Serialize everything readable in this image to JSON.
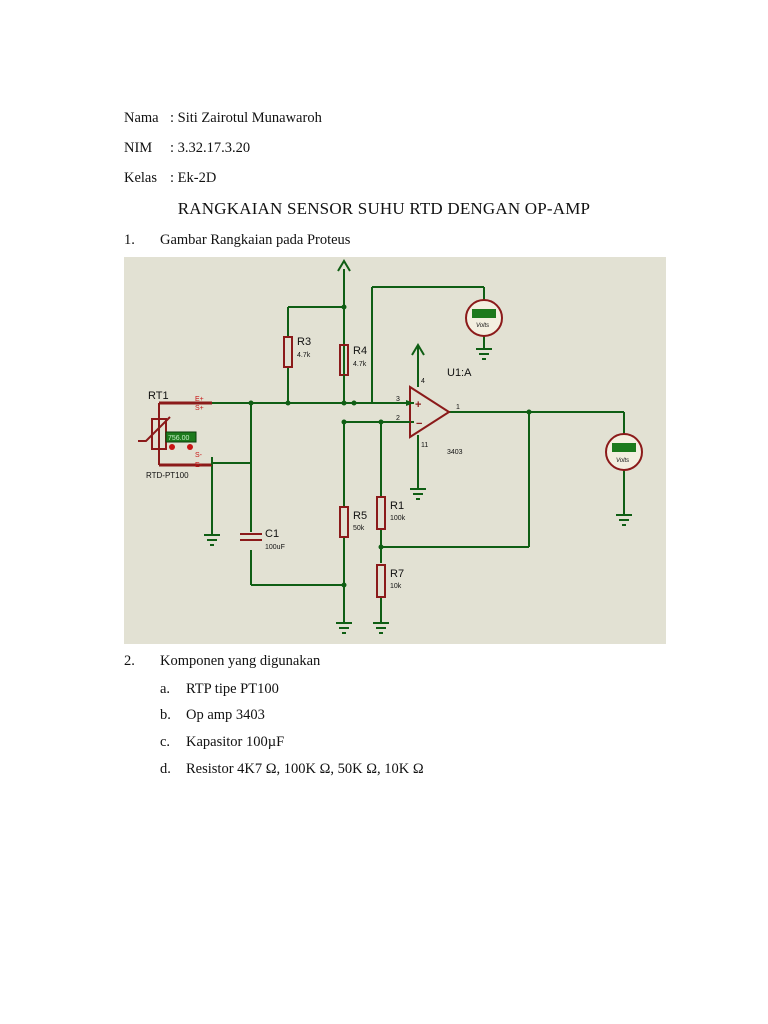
{
  "header": {
    "nama_label": "Nama",
    "nama_value": ": Siti Zairotul Munawaroh",
    "nim_label": "NIM",
    "nim_value": ": 3.32.17.3.20",
    "kelas_label": "Kelas",
    "kelas_value": ": Ek-2D"
  },
  "title": "RANGKAIAN SENSOR SUHU RTD DENGAN OP-AMP",
  "sections": [
    {
      "num": "1.",
      "text": "Gambar Rangkaian pada Proteus"
    },
    {
      "num": "2.",
      "text": "Komponen yang digunakan"
    }
  ],
  "components": [
    {
      "letter": "a.",
      "text": "RTP tipe PT100"
    },
    {
      "letter": "b.",
      "text": "Op amp 3403"
    },
    {
      "letter": "c.",
      "text": "Kapasitor 100µF"
    },
    {
      "letter": "d.",
      "text": "Resistor 4K7 Ω, 100K Ω, 50K Ω, 10K Ω"
    }
  ],
  "schematic": {
    "rt1": "RT1",
    "rt1_model": "RTD-PT100",
    "rt1_reading": "756.00",
    "pin_eplus": "E+",
    "pin_splus": "S+",
    "pin_sminus": "S-",
    "pin_eminus": "E-",
    "r3": "R3",
    "r3_val": "4.7k",
    "r4": "R4",
    "r4_val": "4.7k",
    "r5": "R5",
    "r5_val": "50k",
    "r1": "R1",
    "r1_val": "100k",
    "r7": "R7",
    "r7_val": "10k",
    "c1": "C1",
    "c1_val": "100uF",
    "u1": "U1:A",
    "u1_model": "3403",
    "pin3": "3",
    "pin2": "2",
    "pin1": "1",
    "pin4": "4",
    "pin11": "11",
    "volts": "Volts",
    "colors": {
      "background": "#e2e1d3",
      "wire": "#0f5e14",
      "component": "#8b1a1a"
    }
  }
}
